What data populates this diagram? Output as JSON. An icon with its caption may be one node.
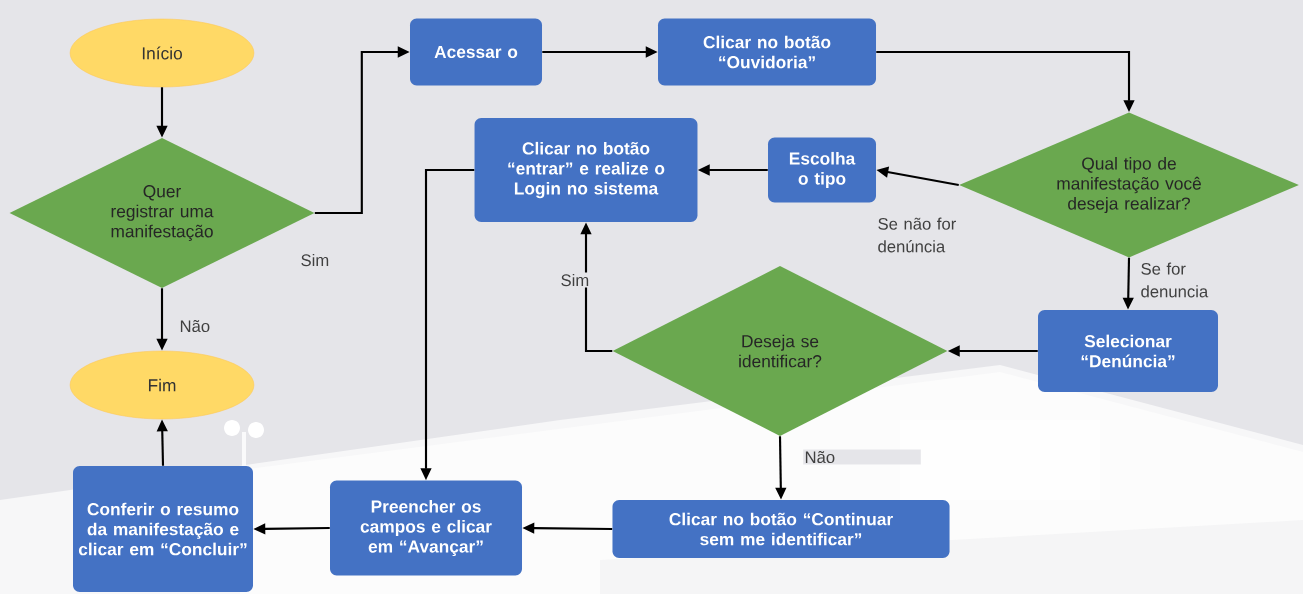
{
  "diagram": {
    "nodes": [
      {
        "text": [
          "Início"
        ]
      },
      {
        "text": [
          "Quer registrar uma manifestação"
        ]
      },
      {
        "text": [
          "Acessar o"
        ]
      },
      {
        "text": [
          "Clicar no botão “Ouvidoria”"
        ]
      },
      {
        "text": [
          "Qual tipo de manifestação você deseja realizar?"
        ]
      },
      {
        "text": [
          "Escolha o tipo"
        ]
      },
      {
        "text": [
          "Clicar no botão “entrar” e realize o Login no sistema"
        ]
      },
      {
        "text": [
          "Selecionar “Denúncia”"
        ]
      },
      {
        "text": [
          "Deseja se identificar?"
        ]
      },
      {
        "text": [
          "Fim"
        ]
      },
      {
        "text": [
          "Conferir o resumo da manifestação e clicar em “Concluir”"
        ]
      },
      {
        "text": [
          "Preencher os campos e clicar em “Avançar”"
        ]
      },
      {
        "text": [
          "Clicar no botão “Continuar sem me identificar”"
        ]
      }
    ],
    "edges": [
      {
        "from": 0,
        "to": 1,
        "arrow": "to"
      },
      {
        "from": 1,
        "to": 2,
        "arrow": "to",
        "label": "Sim"
      },
      {
        "from": 2,
        "to": 3,
        "arrow": "to"
      },
      {
        "from": 3,
        "to": 4,
        "arrow": "to"
      },
      {
        "from": 4,
        "to": 5,
        "arrow": "to",
        "label": "Se não for denúncia"
      },
      {
        "from": 5,
        "to": 6,
        "arrow": "to"
      },
      {
        "from": 4,
        "to": 7,
        "arrow": "to",
        "label": "Se for denuncia"
      },
      {
        "from": 7,
        "to": 8,
        "arrow": "to"
      },
      {
        "from": 8,
        "to": 6,
        "arrow": "to",
        "label": "Sim"
      },
      {
        "from": 8,
        "to": 12,
        "arrow": "to",
        "label": "Não"
      },
      {
        "from": 12,
        "to": 11,
        "arrow": "to"
      },
      {
        "from": 6,
        "to": 11,
        "arrow": "to"
      },
      {
        "from": 11,
        "to": 10,
        "arrow": "to"
      },
      {
        "from": 10,
        "to": 9,
        "arrow": "to"
      },
      {
        "from": 1,
        "to": 9,
        "arrow": "to",
        "label": "Não"
      }
    ]
  }
}
